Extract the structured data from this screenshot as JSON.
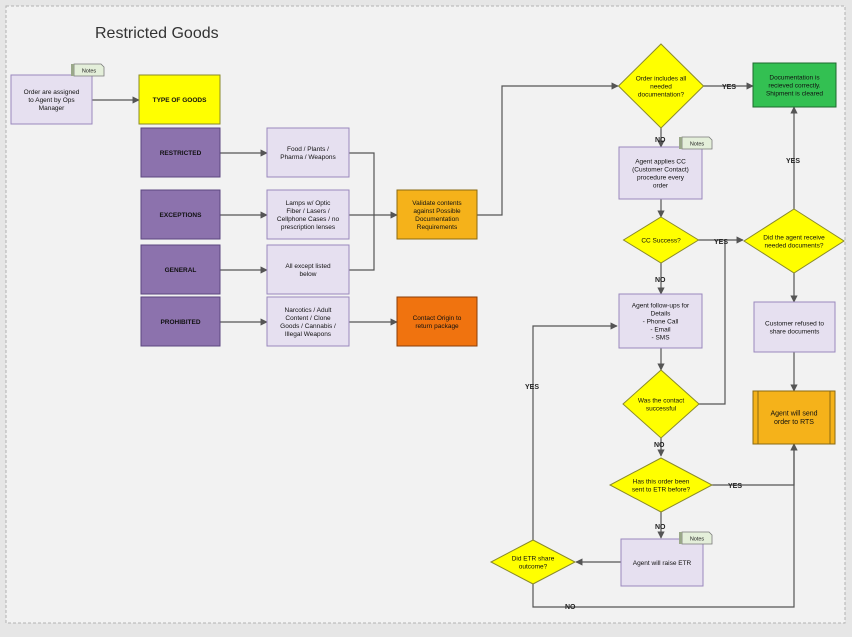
{
  "title": "Restricted Goods",
  "start": {
    "lines": [
      "Order are assigned",
      "to Agent by Ops",
      "Manager"
    ],
    "note": "Notes"
  },
  "type_of_goods": "TYPE OF GOODS",
  "categories": [
    {
      "label": "RESTRICTED",
      "detail": [
        "Food / Plants /",
        "Pharma / Weapons"
      ]
    },
    {
      "label": "EXCEPTIONS",
      "detail": [
        "Lamps w/ Optic",
        "Fiber / Lasers /",
        "Cellphone Cases / no",
        "prescription lenses"
      ]
    },
    {
      "label": "GENERAL",
      "detail": [
        "All except listed",
        "below"
      ]
    },
    {
      "label": "PROHIBITED",
      "detail": [
        "Narcotics / Adult",
        "Content / Clone",
        "Goods / Cannabis /",
        "Illegal Weapons"
      ]
    }
  ],
  "validate": [
    "Validate contents",
    "against Possible",
    "Documentation",
    "Requirements"
  ],
  "contact_origin": [
    "Contact Origin to",
    "return package"
  ],
  "flow": {
    "d_docs": [
      "Order includes all",
      "needed",
      "documentation?"
    ],
    "docs_ok": [
      "Documentation is",
      "recieved correctly.",
      "Shipment is cleared"
    ],
    "applies_cc": [
      "Agent applies CC",
      "(Customer Contact)",
      "procedure every",
      "order"
    ],
    "cc_note": "Notes",
    "d_cc": [
      "CC Success?"
    ],
    "d_agent_received": [
      "Did the agent receive",
      "needed documents?"
    ],
    "follow_up": [
      "Agent follow-ups for",
      "Details",
      "- Phone Call",
      "- Email",
      "- SMS"
    ],
    "d_contact": [
      "Was the contact",
      "successful"
    ],
    "refused": [
      "Customer refused to",
      "share documents"
    ],
    "rts_send": [
      "Agent will send",
      "order to RTS"
    ],
    "d_sent_before": [
      "Has this order been",
      "sent to ETR before?"
    ],
    "escalate": [
      "Agent will raise ETR"
    ],
    "escalate_note": "Notes",
    "d_etr": [
      "Did ETR share",
      "outcome?"
    ]
  },
  "edge_labels": {
    "yes": "YES",
    "no": "NO"
  },
  "colors": {
    "page": "#f2f2f2",
    "lavender": "#e6e0f0",
    "lavender_border": "#9a88bd",
    "purple": "#8c72ad",
    "purple_border": "#5c4680",
    "yellow": "#ffff00",
    "gold": "#f5b21a",
    "orange": "#f0730f",
    "green": "#33c052",
    "note": "#e4efda",
    "line": "#555555"
  }
}
